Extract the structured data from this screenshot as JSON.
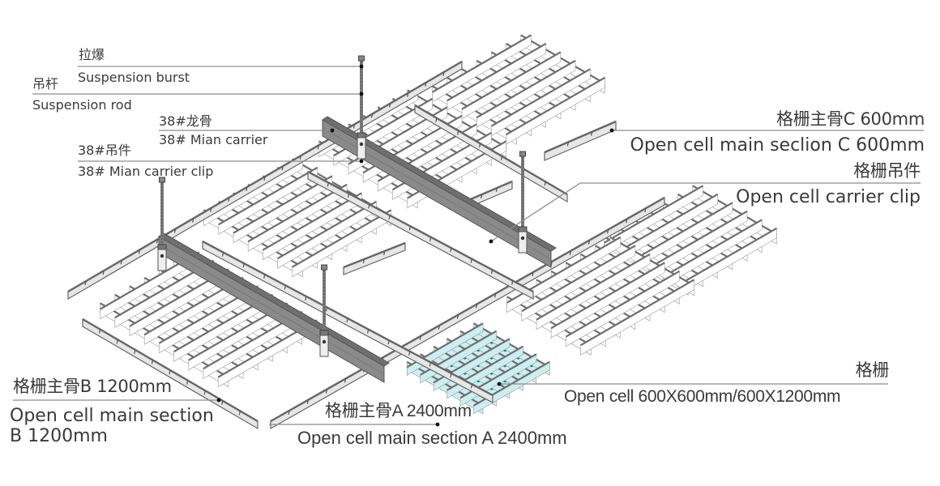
{
  "diagram": {
    "title": "Open cell ceiling grid system exploded view",
    "colors": {
      "grid_stroke": "#6e6e6e",
      "grid_fill": "#ffffff",
      "rail_fill": "#e6e6e6",
      "rail_stroke": "#666666",
      "carrier_fill": "#8a8a8a",
      "carrier_dark": "#6f6f6f",
      "rod": "#7a7a7a",
      "glass_fill": "#cdeef0",
      "glass_dark": "#0f8a8f",
      "leader": "#8c8c8c",
      "text": "#3a3a3a"
    },
    "labels": [
      {
        "id": "suspension-burst",
        "zh": "拉爆",
        "en": "Suspension burst"
      },
      {
        "id": "suspension-rod",
        "zh": "吊杆",
        "en": "Suspension rod"
      },
      {
        "id": "main-carrier",
        "zh": "38#龙骨",
        "en": "38# Mian carrier"
      },
      {
        "id": "main-carrier-clip",
        "zh": "38#吊件",
        "en": "38# Mian carrier clip"
      },
      {
        "id": "main-section-c",
        "zh": "格栅主骨C 600mm",
        "en": "Open cell main seclion C 600mm"
      },
      {
        "id": "carrier-clip",
        "zh": "格栅吊件",
        "en": "Open cell carrier clip"
      },
      {
        "id": "main-section-b",
        "zh": "格栅主骨B 1200mm",
        "en": "Open cell main section",
        "en2": "B 1200mm"
      },
      {
        "id": "main-section-a",
        "zh": "格栅主骨A 2400mm",
        "en": "Open cell main section A 2400mm"
      },
      {
        "id": "open-cell",
        "zh": "格栅",
        "en": "Open cell 600X600mm/600X1200mm"
      }
    ]
  }
}
